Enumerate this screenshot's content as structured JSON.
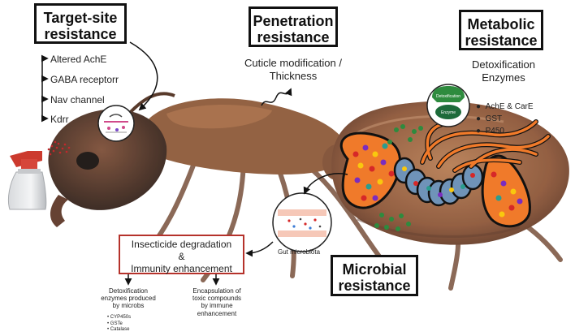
{
  "target_site": {
    "title_line1": "Target-site",
    "title_line2": "resistance",
    "items": [
      "Altered AchE",
      "GABA receptorr",
      "Nav channel",
      "Kdrr"
    ]
  },
  "penetration": {
    "title_line1": "Penetration",
    "title_line2": "resistance",
    "desc_line1": "Cuticle modification /",
    "desc_line2": "Thickness"
  },
  "metabolic": {
    "title_line1": "Metabolic",
    "title_line2": "resistance",
    "desc_line1": "Detoxification",
    "desc_line2": "Enzymes",
    "icon_label_top": "Detoxification",
    "icon_label_bottom": "Enzyme",
    "enzymes": [
      "AchE & CarE",
      "GST",
      "P450"
    ]
  },
  "microbial": {
    "title_line1": "Microbial",
    "title_line2": "resistance",
    "gut_label": "Gut microbiota",
    "box_line1": "Insecticide degradation",
    "box_line2": "&",
    "box_line3": "Immunity enhancement",
    "left_note": [
      "Detoxification",
      "enzymes produced",
      "by microbs"
    ],
    "left_bullets": [
      "CYP450s",
      "GSTe",
      "Catalase"
    ],
    "right_note": [
      "Encapsulation of",
      "toxic compounds",
      "by immune",
      "enhancement"
    ]
  },
  "colors": {
    "ant_body": "#9a5a32",
    "ant_dark": "#3a2418",
    "gut_orange": "#f07a2a",
    "gut_blue": "#6f93b8",
    "enzyme_green": "#1d6b3a",
    "red_box": "#b5322b"
  }
}
